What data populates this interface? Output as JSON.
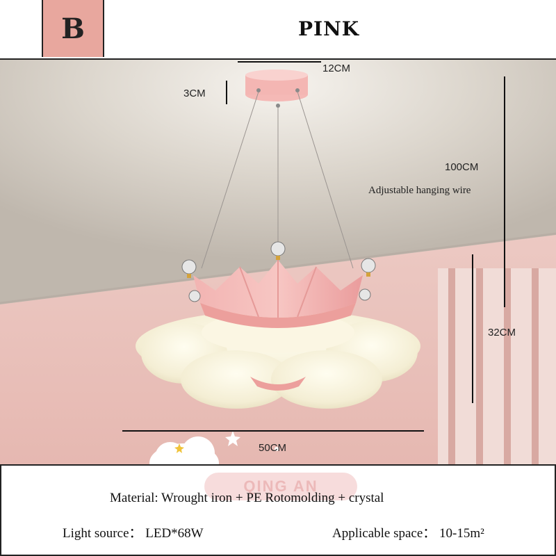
{
  "header": {
    "badge_letter": "B",
    "title": "PINK"
  },
  "dimensions": {
    "canopy_width": "12CM",
    "canopy_height": "3CM",
    "wire_length": "100CM",
    "wire_note": "Adjustable hanging wire",
    "lamp_height": "32CM",
    "lamp_width": "50CM"
  },
  "footer": {
    "watermark": "QING AN",
    "material": "Material: Wrought iron + PE Rotomolding + crystal",
    "light_source": "Light source： LED*68W",
    "applicable_space": "Applicable space： 10-15m²"
  },
  "colors": {
    "badge": "#e8a79e",
    "lamp_pink": "#f0a8a8",
    "shade_cream": "#f5f0dc",
    "wall_pink": "#e9c2bd",
    "ceiling": "#d8d2c8"
  },
  "icons": [
    "crystal-icon",
    "star-icon",
    "cloud-icon"
  ]
}
